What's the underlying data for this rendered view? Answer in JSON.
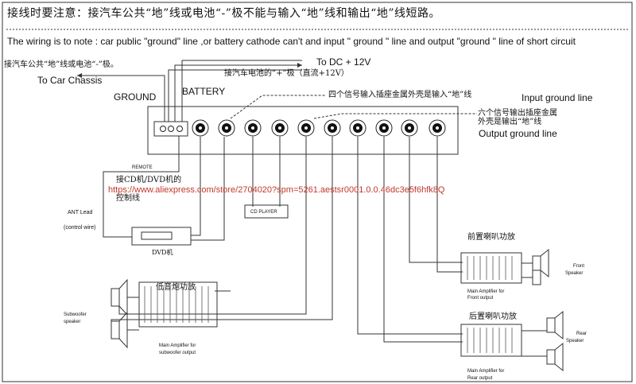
{
  "header": {
    "title_cn": "接线时要注意：接汽车公共“地”线或电池“-”极不能与输入“地”线和输出“地”线短路。",
    "note_en": "The wiring is to note : car public \"ground\" line ,or battery cathode can't and input \" ground \" line and output \"ground \" line of short circuit"
  },
  "labels": {
    "chassis_cn": "接汽车公共“地”线或电池“-”极。",
    "chassis_en": "To Car Chassis",
    "dc_en": "To DC + 12V",
    "dc_cn": "接汽车电池的“+”极（直流+12V）",
    "ground": "GROUND",
    "battery": "BATTERY",
    "input_cn": "四个信号输入插座金属外壳是输入“地”线",
    "input_en": "Input ground line",
    "output_cn_1": "六个信号输出插座金属",
    "output_cn_2": "外壳是输出“地”线",
    "output_en": "Output ground line",
    "remote": "REMOTE",
    "cd_cn_1": "接CD机/DVD机的",
    "cd_cn_2": "控制线",
    "url": "https://www.aliexpress.com/store/2704020?spm=5261.aestsr0001.0.0.46dc3e5f6hfk8Q",
    "ant_lead": "ANT Lead",
    "control_wire": "(control wire)",
    "dvd": "DVD机",
    "cd_player": "CD PLAYER",
    "front_amp_cn": "前置喇叭功放",
    "front_amp_en_1": "Main Amplifier for",
    "front_amp_en_2": "Front output",
    "front_speaker_1": "Front",
    "front_speaker_2": "Speaker",
    "sub_amp_cn": "低音炮功放",
    "sub_speaker_1": "Subwoofer",
    "sub_speaker_2": "speaker",
    "sub_amp_en_1": "Main Amplifier for",
    "sub_amp_en_2": "subwoofer output",
    "rear_amp_cn": "后置喇叭功放",
    "rear_speaker_1": "Rear",
    "rear_speaker_2": "Speaker",
    "rear_amp_en_1": "Main Amplifier for",
    "rear_amp_en_2": "Rear output"
  },
  "colors": {
    "line": "#333333",
    "url": "#c0392b"
  }
}
